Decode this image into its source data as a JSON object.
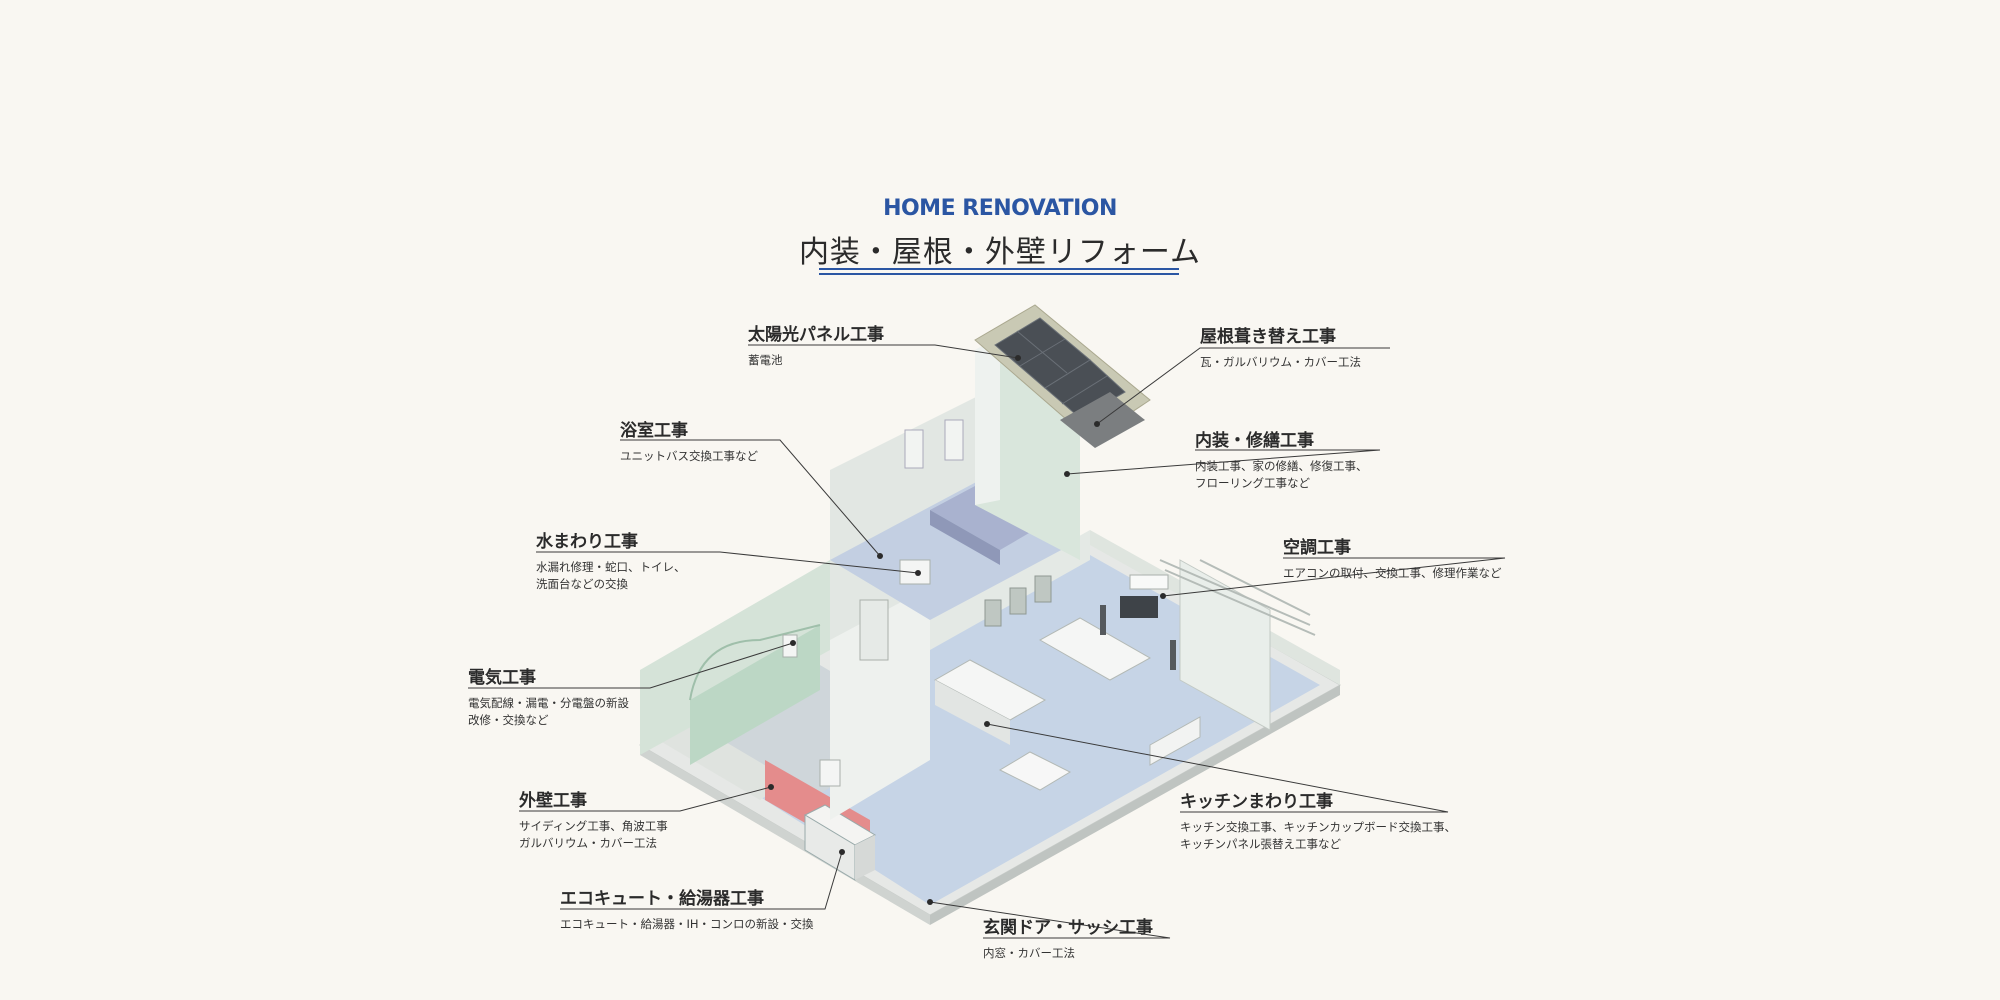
{
  "header": {
    "en_title": "HOME RENOVATION",
    "jp_title": "内装・屋根・外壁リフォーム"
  },
  "colors": {
    "accent": "#2b56a3",
    "background": "#f9f7f2",
    "floor_blue": "#c4d3e6",
    "wall_green": "#d7e6dc",
    "exterior_red": "#e48c8c"
  },
  "callouts": {
    "solar": {
      "title": "太陽光パネル工事",
      "sub": [
        "蓄電池"
      ]
    },
    "roof": {
      "title": "屋根葺き替え工事",
      "sub": [
        "瓦・ガルバリウム・カバー工法"
      ]
    },
    "bath": {
      "title": "浴室工事",
      "sub": [
        "ユニットバス交換工事など"
      ]
    },
    "interior": {
      "title": "内装・修繕工事",
      "sub": [
        "内装工事、家の修繕、修復工事、",
        "フローリング工事など"
      ]
    },
    "water": {
      "title": "水まわり工事",
      "sub": [
        "水漏れ修理・蛇口、トイレ、",
        "洗面台などの交換"
      ]
    },
    "aircon": {
      "title": "空調工事",
      "sub": [
        "エアコンの取付、交換工事、修理作業など"
      ]
    },
    "electric": {
      "title": "電気工事",
      "sub": [
        "電気配線・漏電・分電盤の新設",
        "改修・交換など"
      ]
    },
    "exterior": {
      "title": "外壁工事",
      "sub": [
        "サイディング工事、角波工事",
        "ガルバリウム・カバー工法"
      ]
    },
    "kitchen": {
      "title": "キッチンまわり工事",
      "sub": [
        "キッチン交換工事、キッチンカップボード交換工事、",
        "キッチンパネル張替え工事など"
      ]
    },
    "ecocute": {
      "title": "エコキュート・給湯器工事",
      "sub": [
        "エコキュート・給湯器・IH・コンロの新設・交換"
      ]
    },
    "door": {
      "title": "玄関ドア・サッシ工事",
      "sub": [
        "内窓・カバー工法"
      ]
    }
  }
}
